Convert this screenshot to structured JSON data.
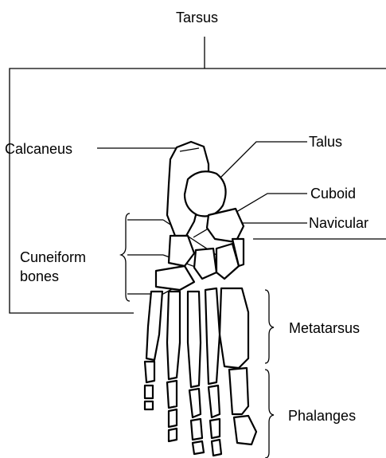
{
  "labels": {
    "tarsus": "Tarsus",
    "calcaneus": "Calcaneus",
    "talus": "Talus",
    "cuboid": "Cuboid",
    "navicular": "Navicular",
    "cuneiform_line1": "Cuneiform",
    "cuneiform_line2": "bones",
    "metatarsus": "Metatarsus",
    "phalanges": "Phalanges"
  },
  "colors": {
    "ink": "#000000",
    "background": "#ffffff"
  }
}
